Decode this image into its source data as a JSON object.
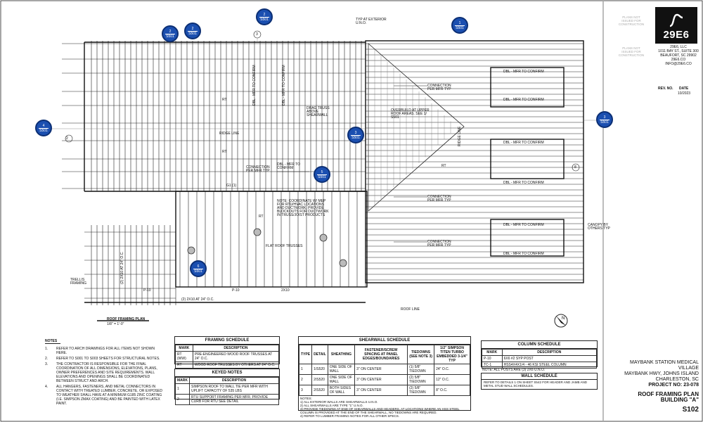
{
  "title_block": {
    "logo": "29E6",
    "firm_lines": [
      "29E6, LLC",
      "1011 BAY ST., SUITE 300",
      "BEAUFORT, SC 29902",
      "29E6.CO",
      "INFO@29E6.CO"
    ],
    "stamp_lines_1": [
      "PLANS NOT",
      "ISSUED FOR",
      "CONSTRUCTION"
    ],
    "stamp_lines_2": [
      "PLANS NOT",
      "ISSUED FOR",
      "CONSTRUCTION"
    ],
    "rev_label": "REV. NO.",
    "date_label": "DATE",
    "date_value": "10/2023",
    "project_name": "MAYBANK STATION MEDICAL VILLAGE",
    "address_1": "MAYBANK HWY, JOHNS ISLAND",
    "address_2": "CHARLESTON, SC",
    "project_no": "PROJECT NO: 23-078",
    "sheet_title_1": "ROOF FRAMING PLAN",
    "sheet_title_2": "BUILDING \"A\"",
    "sheet_no": "S102"
  },
  "plan_labels": {
    "typ_ext": "TYP AT EXTERIOR U.N.O.",
    "ridge_line": "RIDGE LINE",
    "rt1": "RT",
    "rt2": "RT",
    "rt3": "RT",
    "rt4": "RT",
    "dbl_mfr_1": "DBL - MFR TO CONFIRM",
    "dbl_mfr_2": "DBL - MFR TO CONFIRM",
    "drag_truss": "DRAG TRUSS ABOVE SHEARWALL",
    "overbuild": "OVERBUILD AT UPPER ROOF AREAS. SEE 1/ S501",
    "conn_mfr_1": "CONNECTION PER MFR TYP",
    "conn_mfr_2": "CONNECTION PER MFR TYP",
    "conn_mfr_3": "CONNECTION PER MFR TYP",
    "conn_mfr_4": "CONNECTION PER MFR TYP",
    "dbl_mfr_r1": "DBL - MFR TO CONFIRM",
    "dbl_mfr_r2": "DBL - MFR TO CONFIRM",
    "dbl_mfr_r3": "DBL - MFR TO CONFIRM",
    "dbl_mfr_r4": "DBL - MFR TO CONFIRM",
    "dbl_mfr_r5": "DBL - MFR TO CONFIRM",
    "dbl_mfr_r6": "DBL - MFR TO CONFIRM",
    "dbl_mfr_mid": "DBL - MFR TO CONFIRM",
    "coord_note": "NOTE: COORDINATE W/ MEP FOR RTU/HVAC LOCATIONS AND DUCTWORK. PROVIDE BLOCKOUTS FOR DUCTWORK IN TRUSS/JOIST PRODUCTS",
    "flat_roof": "FLAT ROOF TRUSSES",
    "ridge_line_r": "RIDGE LINE",
    "canopy": "CANOPY BY OTHERS TYP",
    "trellis": "TRELLIS FRAMING",
    "roof_line": "ROOF LINE",
    "plan_title": "ROOF FRAMING PLAN",
    "plan_scale": "1/8\" = 1'-0\"",
    "g1": "G1 (1)",
    "g2": "(2) 2X10 AT 24\" O.C.",
    "g3": "(2) 2X10 AT 24\" O.C.",
    "p1": "P-10",
    "p2": "P-10",
    "p3": "2X10",
    "mid_lbl": "RT",
    "grid_2": "2",
    "grid_3": "3",
    "grid_8": "8"
  },
  "section_tags": [
    {
      "id": "tag-top-1",
      "top": "2",
      "bottom": "S501"
    },
    {
      "id": "tag-top-2",
      "top": "2",
      "bottom": "S501"
    },
    {
      "id": "tag-top-3",
      "top": "1",
      "bottom": "S501"
    },
    {
      "id": "tag-top-4",
      "top": "2",
      "bottom": "S501"
    },
    {
      "id": "tag-left",
      "top": "4",
      "bottom": "S501"
    },
    {
      "id": "tag-right",
      "top": "3",
      "bottom": "S501"
    },
    {
      "id": "tag-mid-1",
      "top": "3",
      "bottom": "S501"
    },
    {
      "id": "tag-mid-2",
      "top": "5",
      "bottom": "S501"
    },
    {
      "id": "tag-bottom",
      "top": "6",
      "bottom": "S501"
    }
  ],
  "notes": {
    "header": "NOTES",
    "items": [
      {
        "n": "1.",
        "text": "REFER TO ARCH DRAWINGS FOR ALL ITEMS NOT SHOWN HERE."
      },
      {
        "n": "2.",
        "text": "REFER TO S001 TO S003 SHEETS FOR STRUCTURAL NOTES."
      },
      {
        "n": "3.",
        "text": "THE CONTRACTOR IS RESPONSIBLE FOR THE FINAL COORDINATION OF ALL DIMENSIONS, ELEVATIONS, PLANS, OWNER PREFERENCES AND SITE REQUIREMENTS. WALL ELEVATIONS AND OPENINGS SHALL BE COORDINATED BETWEEN STRUCT AND ARCH."
      },
      {
        "n": "4.",
        "text": "ALL HANGERS, FASTENERS, AND METAL CONNECTORS IN CONTACT WITH TREATED LUMBER, CONCRETE, OR EXPOSED TO WEATHER SHALL HAVE AT A MINIMUM G185 ZINC COATING (I.E. SIMPSON ZMAX COATING) AND BE PAINTED WITH LATEX PAINT."
      }
    ]
  },
  "framing_schedule": {
    "title": "FRAMING SCHEDULE",
    "headers": [
      "MARK",
      "DESCRIPTION"
    ],
    "rows": [
      [
        "RT (WW)",
        "PRE-ENGINEERED WOOD ROOF TRUSSES AT 24\" O.C."
      ],
      [
        "RT",
        "WOOD ROOF TRUSSES BY OTHERS AT 24\" O.C."
      ]
    ]
  },
  "keyed_notes": {
    "title": "KEYED NOTES",
    "headers": [
      "MARK",
      "DESCRIPTION"
    ],
    "rows": [
      [
        "1",
        "SIMPSON ROOF TO WALL TIE PER MFR WITH UPLIFT CAPACITY OF 535 LBS"
      ],
      [
        "2",
        "RTU SUPPORT FRAMING PER MFR. PROVIDE CURB FOR RTU SEE DETAIL"
      ]
    ]
  },
  "shearwall_schedule": {
    "title": "SHEARWALL SCHEDULE",
    "headers": [
      "TYPE",
      "DETAIL",
      "SHEATHING",
      "FASTENER/SCREW SPACING AT PANEL EDGES/BOUNDARIES",
      "TIEDOWNS (SEE NOTE 3)",
      "1/2\" SIMPSON TITEN TURBO EMBEDDED 3-1/4\" TYP"
    ],
    "rows": [
      [
        "1",
        "1/S520",
        "ONE SIDE OF WALL",
        "3\" ON CENTER",
        "(1) 5/8\" TIEDOWN",
        "24\" O.C."
      ],
      [
        "2",
        "2/S520",
        "ONE SIDE OF WALL",
        "3\" ON CENTER",
        "(2) 5/8\" TIEDOWN",
        "12\" O.C."
      ],
      [
        "3",
        "2/S520",
        "BOTH SIDES OF WALL",
        "3\" ON CENTER",
        "(2) 5/8\" TIEDOWN",
        "8\" O.C."
      ]
    ],
    "notes_header": "NOTES:",
    "notes": [
      "1) ALL EXTERIOR WALLS ARE SHEARWALLS U.N.O.",
      "2) ALL SHEARWALLS ARE TYPE \"1\" U.N.O.",
      "3) PROVIDE TIEDOWNS AT END OF SHEARWALLS AND HEADERS. AT LOCATIONS WHERE AN HSS STEEL COLUMN IS PROVIDED AT THE END OF THE SHEARWALL, NO TIEDOWNS ARE REQUIRED.",
      "4) REFER TO LUMBER FRAMING NOTES FOR ALL OTHER SPECS."
    ]
  },
  "column_schedule": {
    "title": "COLUMN SCHEDULE",
    "headers": [
      "MARK",
      "DESCRIPTION"
    ],
    "rows": [
      [
        "P-10",
        "6X6 #2 SYP POST"
      ],
      [
        "TC-1",
        "HSS4X4X1/4 - 46 KSI STEEL COLUMN"
      ]
    ],
    "note": "NOTE: ALL POSTS ARE (3) 2X6 U.N.O."
  },
  "wall_schedule": {
    "title": "WALL SCHEDULE",
    "text": "REFER TO DETAILS 1 ON SHEET S542 FOR HEADER AND JAMB AND METAL STUD WALL SCHEDULES."
  },
  "colors": {
    "tag_blue": "#1b4fb0",
    "line": "#222222"
  }
}
